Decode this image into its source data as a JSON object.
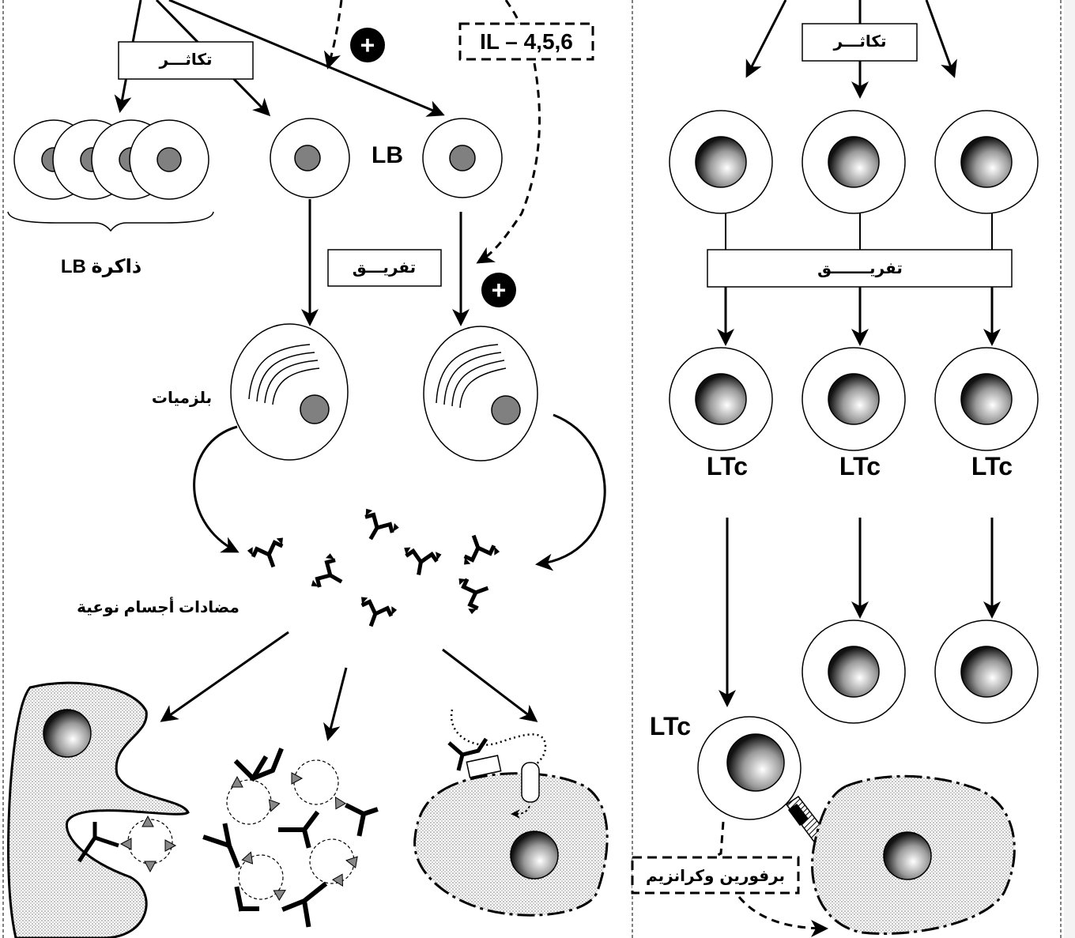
{
  "left_panel": {
    "proliferation_label": "تكاثـــر",
    "interleukin_label": "IL – 4,5,6",
    "lb_label": "LB",
    "memory_lb_label": "LB  ذاكرة",
    "differentiation_label": "تفريـــق",
    "plasma_cells_label": "بلزميات",
    "antibodies_label": "مضادات أجسام نوعية",
    "plus_symbol": "+"
  },
  "right_panel": {
    "proliferation_label": "تكاثـــر",
    "differentiation_label": "تفريـــــــق",
    "ltc_labels": [
      "LTc",
      "LTc",
      "LTc"
    ],
    "ltc_attack_label": "LTc",
    "perforin_label": "برفورين وكرانزيم"
  }
}
